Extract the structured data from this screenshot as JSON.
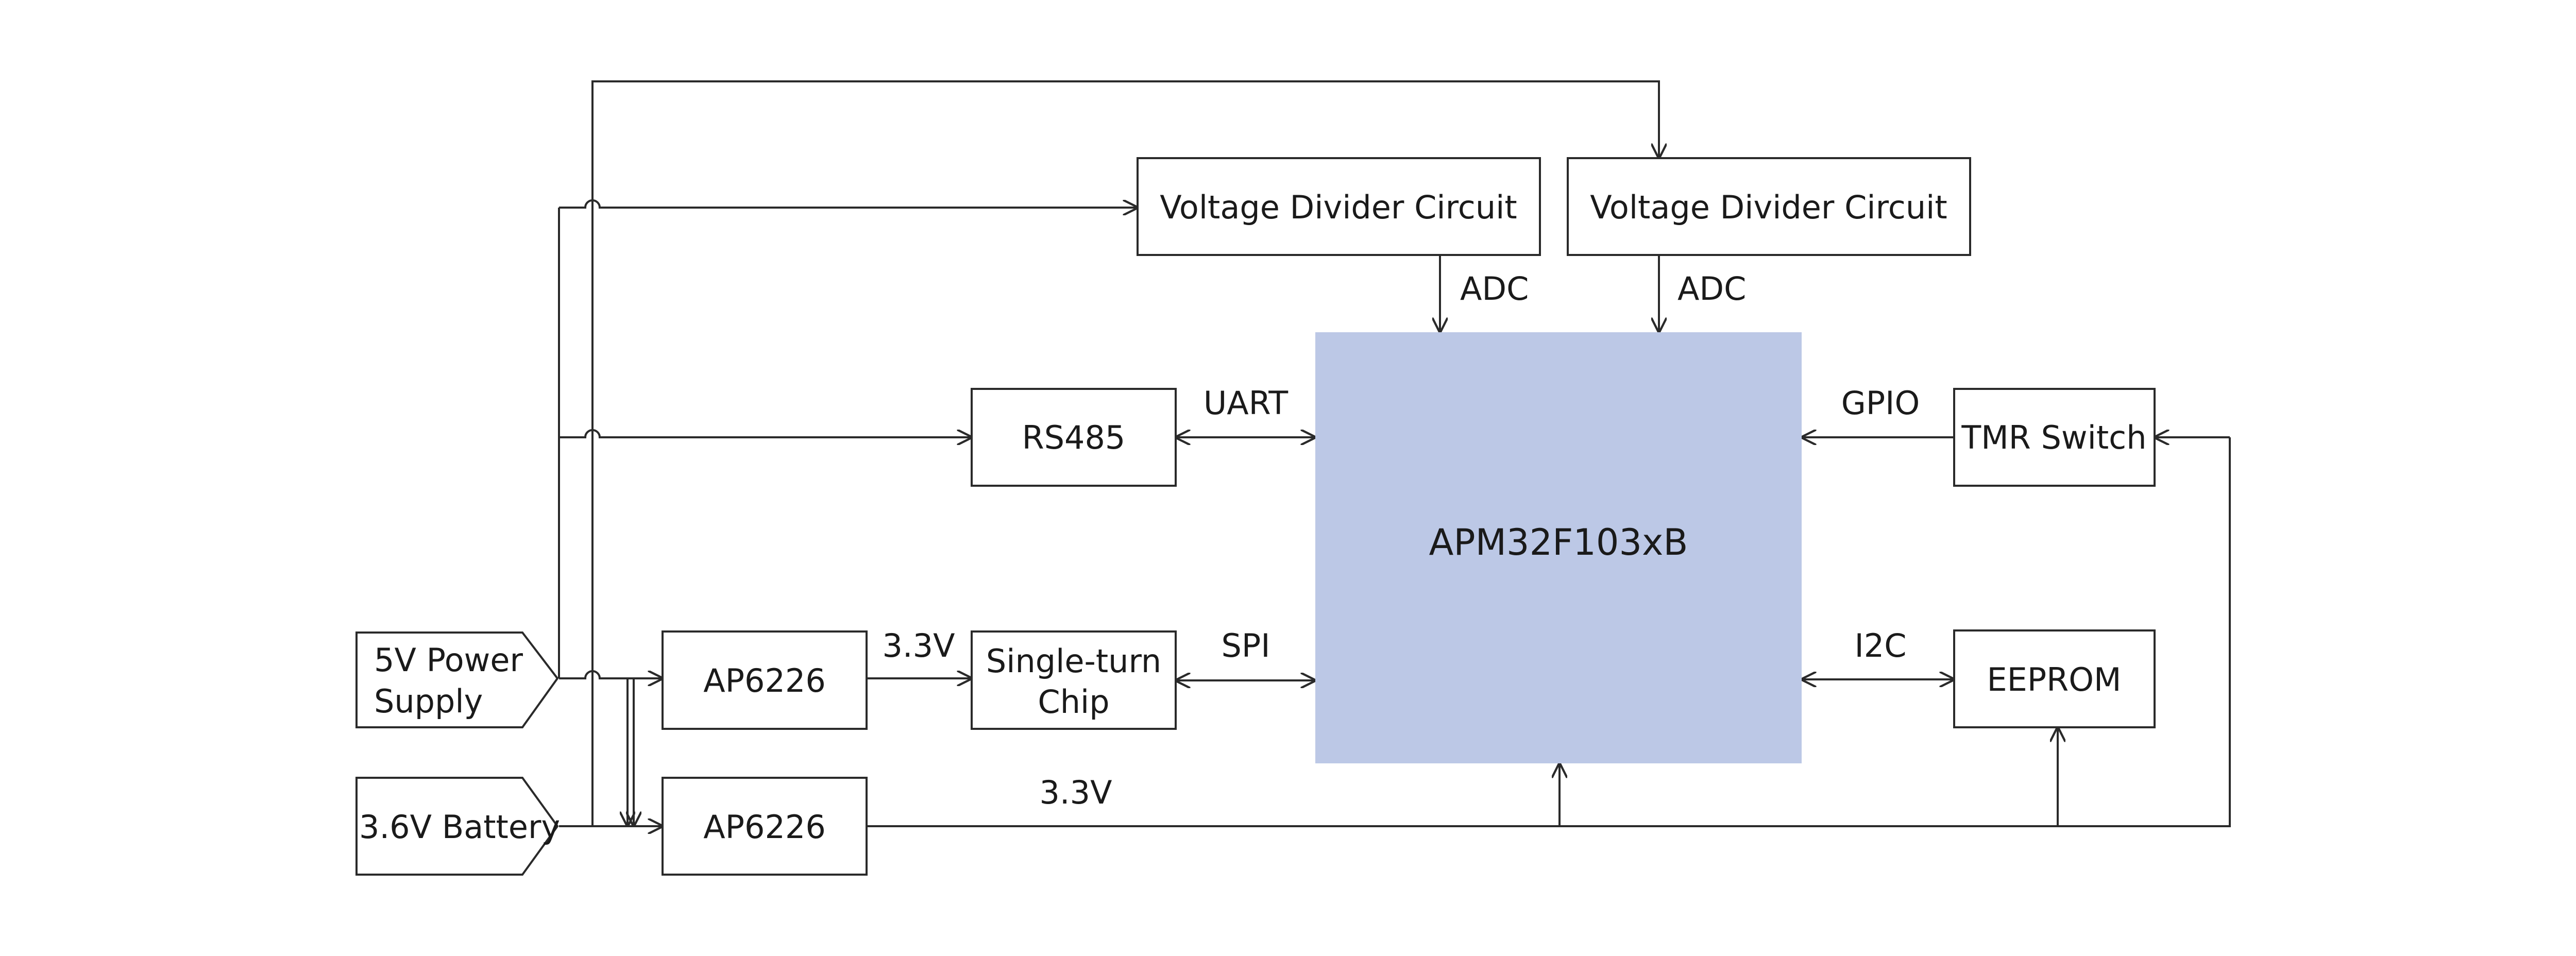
{
  "blocks": {
    "voltage_divider_1": "Voltage Divider Circuit",
    "voltage_divider_2": "Voltage Divider Circuit",
    "rs485": "RS485",
    "mcu": "APM32F103xB",
    "tmr_switch": "TMR Switch",
    "ap6226_top": "AP6226",
    "single_turn_chip_line1": "Single-turn",
    "single_turn_chip_line2": "Chip",
    "eeprom": "EEPROM",
    "ap6226_bottom": "AP6226"
  },
  "inputs": {
    "power_supply_line1": "5V Power",
    "power_supply_line2": "Supply",
    "battery": "3.6V Battery"
  },
  "signals": {
    "adc_1": "ADC",
    "adc_2": "ADC",
    "uart": "UART",
    "gpio": "GPIO",
    "spi": "SPI",
    "i2c": "I2C",
    "rail_3v3_top": "3.3V",
    "rail_3v3_bottom": "3.3V"
  },
  "colors": {
    "mcu_fill": "#bcc8e6",
    "line": "#2a2a2a"
  }
}
